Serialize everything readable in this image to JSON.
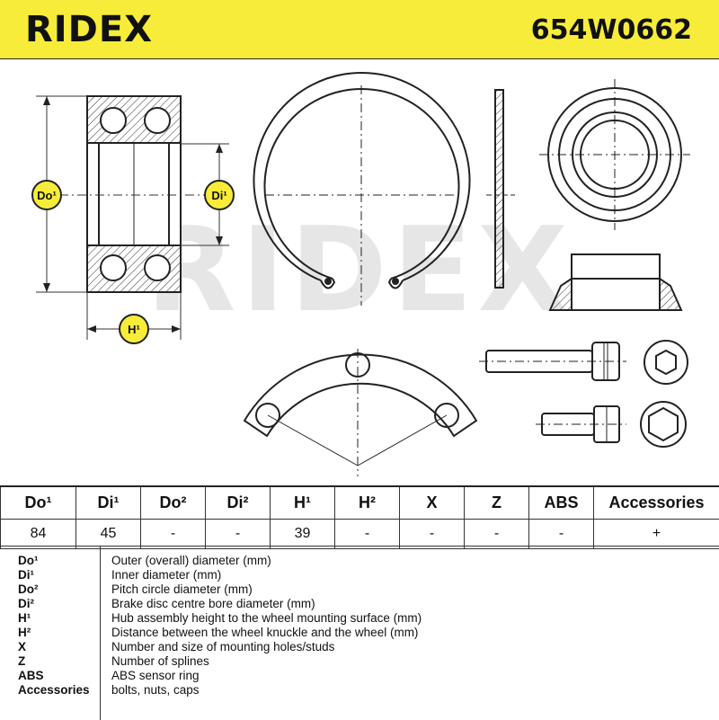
{
  "header": {
    "brand": "RIDEX",
    "part_number": "654W0662"
  },
  "watermark": "RIDEX",
  "diagram": {
    "do_label": "Do¹",
    "di_label": "Di¹",
    "h_label": "H¹"
  },
  "table": {
    "headers": [
      "Do¹",
      "Di¹",
      "Do²",
      "Di²",
      "H¹",
      "H²",
      "X",
      "Z",
      "ABS",
      "Accessories"
    ],
    "values": [
      "84",
      "45",
      "-",
      "-",
      "39",
      "-",
      "-",
      "-",
      "-",
      "+"
    ]
  },
  "legend": [
    {
      "key": "Do¹",
      "desc": "Outer (overall) diameter (mm)"
    },
    {
      "key": "Di¹",
      "desc": "Inner diameter (mm)"
    },
    {
      "key": "Do²",
      "desc": "Pitch circle diameter (mm)"
    },
    {
      "key": "Di²",
      "desc": "Brake disc centre bore diameter (mm)"
    },
    {
      "key": "H¹",
      "desc": "Hub assembly height to the wheel mounting surface (mm)"
    },
    {
      "key": "H²",
      "desc": "Distance between the wheel knuckle and the wheel (mm)"
    },
    {
      "key": "X",
      "desc": "Number and size of mounting holes/studs"
    },
    {
      "key": "Z",
      "desc": "Number of splines"
    },
    {
      "key": "ABS",
      "desc": "ABS sensor ring"
    },
    {
      "key": "Accessories",
      "desc": "bolts, nuts, caps"
    }
  ],
  "colors": {
    "header_bg": "#f7ec3a",
    "label_bg": "#f7ec3a",
    "line": "#222222",
    "watermark": "#e6e6e6"
  }
}
